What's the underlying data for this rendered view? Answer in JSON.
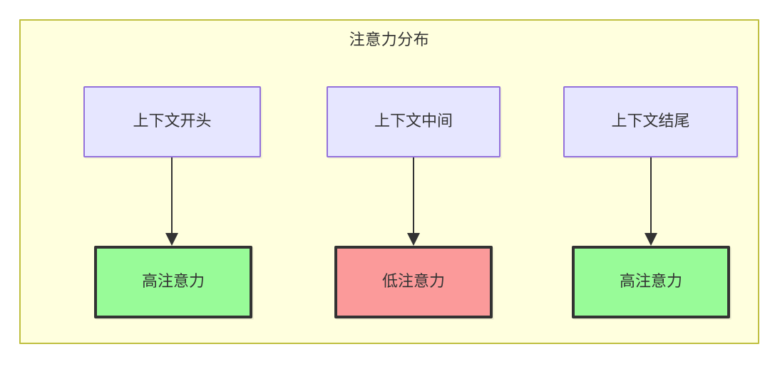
{
  "diagram": {
    "type": "flowchart",
    "title": "注意力分布",
    "background_color": "#ffffff",
    "container_fill": "#ffffde",
    "container_stroke": "#bfbf3f",
    "nodes": [
      {
        "id": "ctx-start",
        "label": "上下文开头",
        "row": "top",
        "column": 1,
        "fill": "#e6e6ff",
        "stroke": "#9370db",
        "text_color": "#333333"
      },
      {
        "id": "ctx-middle",
        "label": "上下文中间",
        "row": "top",
        "column": 2,
        "fill": "#e6e6ff",
        "stroke": "#9370db",
        "text_color": "#333333"
      },
      {
        "id": "ctx-end",
        "label": "上下文结尾",
        "row": "top",
        "column": 3,
        "fill": "#e6e6ff",
        "stroke": "#9370db",
        "text_color": "#333333"
      },
      {
        "id": "attn-high-start",
        "label": "高注意力",
        "row": "bottom",
        "column": 1,
        "fill": "#98fb98",
        "stroke": "#333333",
        "text_color": "#333333"
      },
      {
        "id": "attn-low-middle",
        "label": "低注意力",
        "row": "bottom",
        "column": 2,
        "fill": "#fb9a9a",
        "stroke": "#333333",
        "text_color": "#333333"
      },
      {
        "id": "attn-high-end",
        "label": "高注意力",
        "row": "bottom",
        "column": 3,
        "fill": "#98fb98",
        "stroke": "#333333",
        "text_color": "#333333"
      }
    ],
    "edges": [
      {
        "id": "edge-1",
        "from": "ctx-start",
        "to": "attn-high-start",
        "arrow": "arrow-down-icon",
        "color": "#333333"
      },
      {
        "id": "edge-2",
        "from": "ctx-middle",
        "to": "attn-low-middle",
        "arrow": "arrow-down-icon",
        "color": "#333333"
      },
      {
        "id": "edge-3",
        "from": "ctx-end",
        "to": "attn-high-end",
        "arrow": "arrow-down-icon",
        "color": "#333333"
      }
    ]
  }
}
